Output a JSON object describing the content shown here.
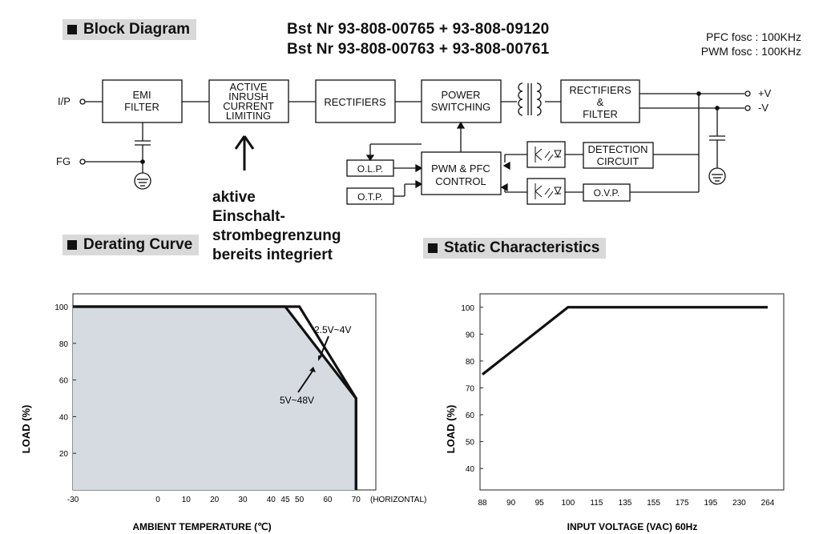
{
  "headers": {
    "block_diagram": "Block Diagram",
    "derating_curve": "Derating Curve",
    "static_characteristics": "Static Characteristics"
  },
  "order_numbers": {
    "line1": "Bst Nr 93-808-00765  + 93-808-09120",
    "line2": "Bst Nr 93-808-00763  + 93-808-00761"
  },
  "frequencies": {
    "pfc": "PFC fosc : 100KHz",
    "pwm": "PWM fosc : 100KHz"
  },
  "annotation": {
    "line1": "aktive",
    "line2": "Einschalt-",
    "line3": "strombegrenzung",
    "line4": "bereits integriert"
  },
  "block_diagram": {
    "ip": "I/P",
    "fg": "FG",
    "emi_filter": [
      "EMI",
      "FILTER"
    ],
    "inrush": [
      "ACTIVE",
      "INRUSH",
      "CURRENT",
      "LIMITING"
    ],
    "rectifiers": "RECTIFIERS",
    "power_switching": [
      "POWER",
      "SWITCHING"
    ],
    "rect_filter": [
      "RECTIFIERS",
      "&",
      "FILTER"
    ],
    "detection": [
      "DETECTION",
      "CIRCUIT"
    ],
    "pwm_pfc": [
      "PWM & PFC",
      "CONTROL"
    ],
    "olp": "O.L.P.",
    "otp": "O.T.P.",
    "ovp": "O.V.P.",
    "out_pos": "+V",
    "out_neg": "-V"
  },
  "chart_data": [
    {
      "type": "line",
      "title": "Derating Curve",
      "xlabel": "AMBIENT TEMPERATURE (℃)",
      "ylabel": "LOAD (%)",
      "x_ticks": [
        "-30",
        "0",
        "10",
        "20",
        "30",
        "40",
        "45",
        "50",
        "60",
        "70"
      ],
      "x_tick_values": [
        -30,
        0,
        10,
        20,
        30,
        40,
        45,
        50,
        60,
        70
      ],
      "x_suffix": "(HORIZONTAL)",
      "y_ticks": [
        "20",
        "40",
        "60",
        "80",
        "100"
      ],
      "y_tick_values": [
        20,
        40,
        60,
        80,
        100
      ],
      "xlim": [
        -30,
        77
      ],
      "ylim": [
        0,
        107
      ],
      "series": [
        {
          "name": "2.5V~4V",
          "points": [
            [
              -30,
              100
            ],
            [
              50,
              100
            ],
            [
              70,
              50
            ],
            [
              70,
              0
            ]
          ]
        },
        {
          "name": "5V~48V",
          "points": [
            [
              -30,
              100
            ],
            [
              45,
              100
            ],
            [
              70,
              50
            ],
            [
              70,
              0
            ]
          ]
        }
      ],
      "fill_color": "#d6dbe2"
    },
    {
      "type": "line",
      "title": "Static Characteristics",
      "xlabel": "INPUT VOLTAGE (VAC) 60Hz",
      "ylabel": "LOAD (%)",
      "x_ticks": [
        "88",
        "90",
        "95",
        "100",
        "115",
        "135",
        "155",
        "175",
        "195",
        "230",
        "264"
      ],
      "y_ticks": [
        "40",
        "50",
        "60",
        "70",
        "80",
        "90",
        "100"
      ],
      "y_tick_values": [
        40,
        50,
        60,
        70,
        80,
        90,
        100
      ],
      "ylim": [
        32,
        105
      ],
      "series": [
        {
          "name": "",
          "points": [
            [
              88,
              75
            ],
            [
              100,
              100
            ],
            [
              264,
              100
            ]
          ]
        }
      ]
    }
  ]
}
